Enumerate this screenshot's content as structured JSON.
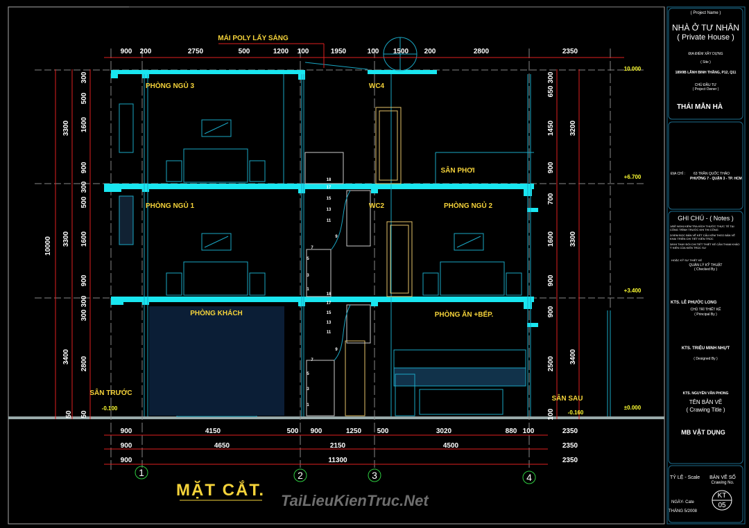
{
  "drawing": {
    "title": "MẶT CẮT.",
    "watermark": "TaiLieuKienTruc.Net",
    "roof_note": "MÁI POLY LẤY SÁNG",
    "rooms": [
      "PHÒNG NGỦ 3",
      "WC4",
      "SÂN PHƠI",
      "PHÒNG NGỦ 1",
      "WC2",
      "PHÒNG NGỦ 2",
      "PHÒNG KHÁCH",
      "PHÒNG ĂN +BẾP.",
      "SÂN TRƯỚC",
      "SÂN SAU"
    ],
    "elevations": [
      "10.000",
      "+6.700",
      "+3.400",
      "±0.000",
      "-0.100",
      "-0.160"
    ],
    "axes": [
      "1",
      "2",
      "3",
      "4"
    ],
    "stair_numbers": [
      "18",
      "17",
      "15",
      "13",
      "11",
      "9",
      "7",
      "5",
      "3",
      "1",
      "18",
      "17",
      "15",
      "13",
      "11",
      "9",
      "7",
      "5",
      "3",
      "1"
    ],
    "dims_top": [
      "900",
      "200",
      "2750",
      "500",
      "1200",
      "100",
      "1950",
      "100",
      "1500",
      "200",
      "2800",
      "2350"
    ],
    "dims_bottom_1": [
      "900",
      "4150",
      "500",
      "900",
      "1250",
      "500",
      "3020",
      "880",
      "100",
      "2350"
    ],
    "dims_bottom_2": [
      "900",
      "4650",
      "2150",
      "4500",
      "2350"
    ],
    "dims_bottom_3": [
      "900",
      "11300",
      "2350"
    ],
    "dims_left_outer": [
      "10000"
    ],
    "dims_left_mid": [
      "3300",
      "3300",
      "3400"
    ],
    "dims_left_inner": [
      "500",
      "300",
      "1600",
      "900",
      "300",
      "500",
      "1600",
      "900",
      "300",
      "300",
      "2800",
      "50",
      "50"
    ],
    "dims_right_inner": [
      "300",
      "650",
      "1450",
      "900",
      "700",
      "1600",
      "900",
      "900",
      "2500",
      "100"
    ],
    "dims_right_mid": [
      "3200",
      "3300",
      "3400"
    ]
  },
  "title_block": {
    "project_name_label": "( Project Name )",
    "project_name": "NHÀ Ở TƯ NHÂN",
    "project_name_en": "( Private House )",
    "site_label": "ĐỊA ĐIỂM XÂY DỰNG",
    "site_label_en": "( Site )",
    "site": "189/9B LÃNH BINH THĂNG, P12, Q11",
    "owner_label": "CHỦ ĐẦU TƯ",
    "owner_label_en": "( Project Owner )",
    "owner": "THÁI MẪN HÀ",
    "address_label": "ĐỊA CHỈ :",
    "address_1": "63 TRẦN QUỐC THẢO",
    "address_2": "PHƯỜNG 7 - QUẬN 3 - TP. HCM",
    "notes_title": "GHI CHÚ - ( Notes )",
    "notes": [
      "1/ĐỀ NGHỊ KIỂM TRA KÍCH THƯỚC THỰC TẾ TẠI CÔNG TRÌNH TRƯỚC KHI THI CÔNG",
      "2/XEM ĐỌC BẢN VẼ KẾT CẤU KÈM THEO BẢN VẼ KHAI TRIỂN CHI TIẾT KIẾN TRÚC",
      "3/KHI THAY ĐỔI CHI TIẾT THIẾT KẾ CẦN THAM KHẢO Ý KIẾN CỦA KIẾN TRÚC SƯ",
      "HOẶC KỸ SƯ THIẾT KẾ"
    ],
    "checked_label": "QUẢN LÝ KỸ THUẬT",
    "checked_label_en": "( Checked By )",
    "checked_name": "KTS. LÊ PHƯỚC LONG",
    "principal_label": "CHỦ TRÌ THIẾT KẾ",
    "principal_label_en": "( Principal By )",
    "principal_name": "KTS. TRIỆU MINH NHỰT",
    "designed_label_en": "( Designed By )",
    "designed_name": "KTS. NGUYỄN VĂN PHONG",
    "drawing_title_label": "TÊN BẢN VẼ",
    "drawing_title_label_en": "( Crawing Title )",
    "drawing_title": "MB VẬT DỤNG",
    "scale_label": "TỶ LỆ - Scale",
    "date_label": "NGÀY- Cate",
    "date": "THÁNG 5/2008",
    "drawing_no_label": "BẢN VẼ SỐ",
    "drawing_no_label_en": "Crawing No.",
    "drawing_no_prefix": "KT",
    "drawing_no": "05"
  }
}
